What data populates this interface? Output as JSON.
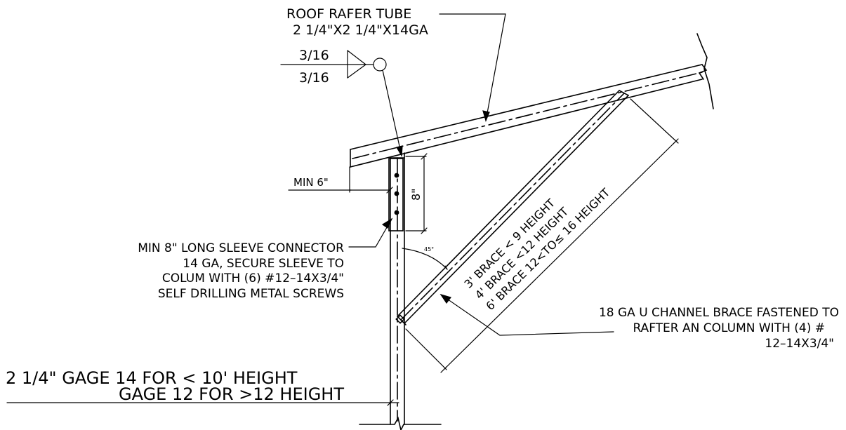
{
  "notes": {
    "roof_rafter_line1": "ROOF RAFER TUBE",
    "roof_rafter_line2": "2 1/4\"X2 1/4\"X14GA",
    "weld_top": "3/16",
    "weld_bottom": "3/16",
    "min_six": "MIN 6\"",
    "eight_inch": "8\"",
    "sleeve_line1": "MIN 8\" LONG SLEEVE CONNECTOR",
    "sleeve_line2": "14 GA, SECURE SLEEVE TO",
    "sleeve_line3": "COLUM WITH (6) #12–14X3/4\"",
    "sleeve_line4": "SELF DRILLING METAL SCREWS",
    "angle": "45°",
    "brace_line1": "3' BRACE < 9 HEIGHT",
    "brace_line2": "4' BRACE <12 HEIGHT",
    "brace_line3": "6' BRACE 12<TO≤ 16 HEIGHT",
    "channel_line1": "18 GA U CHANNEL BRACE FASTENED TO",
    "channel_line2": "RAFTER AN COLUMN WITH (4) #",
    "channel_line3": "12–14X3/4\"",
    "gage_line1": "2 1/4\" GAGE 14 FOR < 10' HEIGHT",
    "gage_line2": "GAGE 12 FOR >12 HEIGHT"
  },
  "colors": {
    "line": "#000000",
    "background": "#ffffff"
  }
}
